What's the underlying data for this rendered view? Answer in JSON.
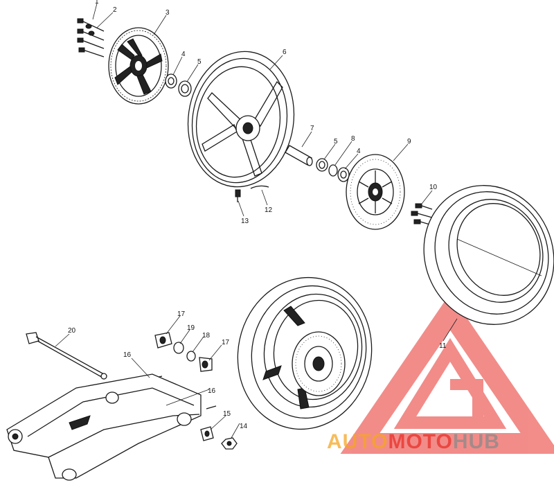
{
  "callouts": {
    "c1": "1",
    "c2": "2",
    "c3": "3",
    "c4a": "4",
    "c5a": "5",
    "c6": "6",
    "c7": "7",
    "c5b": "5",
    "c8": "8",
    "c4b": "4",
    "c9": "9",
    "c10": "10",
    "c11": "11",
    "c12": "12",
    "c13": "13",
    "c14": "14",
    "c15": "15",
    "c16a": "16",
    "c16b": "16",
    "c17a": "17",
    "c17b": "17",
    "c18": "18",
    "c19": "19",
    "c20": "20"
  },
  "watermark": {
    "part1": "AUTO",
    "part2": "MOTO",
    "part3": "HUB",
    "colors": {
      "red": "#e8302a",
      "orange": "#f5a623",
      "gray": "#8a8a8a"
    }
  }
}
